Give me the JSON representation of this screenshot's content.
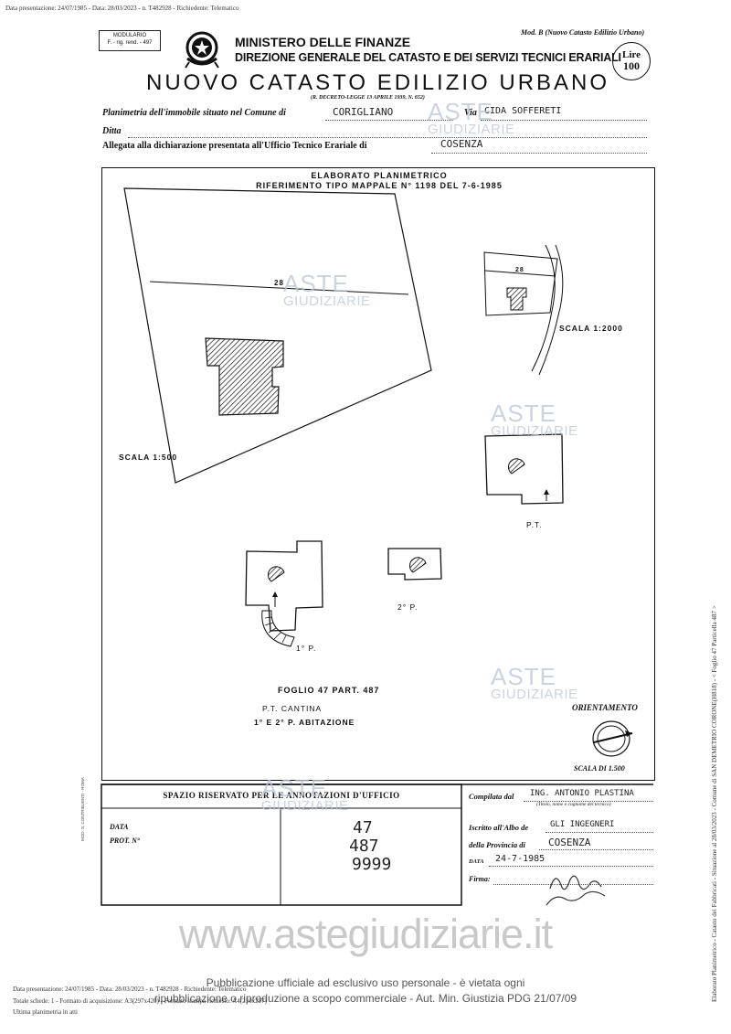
{
  "header_top": "Data presentazione: 24/07/1985 - Data: 28/03/2023 - n. T482928 - Richiedente: Telematico",
  "modulario": {
    "line1": "MODULARIO",
    "line2": "F. - rig. rend. - 497"
  },
  "mod_b": "Mod. B (Nuovo Catasto Edilizio Urbano)",
  "ministry": {
    "line1": "MINISTERO DELLE FINANZE",
    "line2": "DIREZIONE GENERALE DEL CATASTO E DEI SERVIZI TECNICI ERARIALI"
  },
  "lire": {
    "word": "Lire",
    "amount": "100"
  },
  "title": "NUOVO CATASTO EDILIZIO URBANO",
  "decree": "(R. DECRETO-LEGGE 13 APRILE 1939, N. 652)",
  "form": {
    "planimetria_label": "Planimetria dell'immobile situato nel Comune di",
    "comune": "CORIGLIANO",
    "via_label": "Via",
    "via": "CIDA SOFFERETI",
    "ditta_label": "Ditta",
    "allegata_label": "Allegata alla dichiarazione presentata all'Ufficio Tecnico Erariale di",
    "ufficio": "COSENZA"
  },
  "drawing": {
    "heading1": "ELABORATO PLANIMETRICO",
    "heading2": "RIFERIMENTO TIPO MAPPALE N° 1198 DEL 7-6-1985",
    "parcel_main": "28",
    "parcel_small": "28",
    "scala_1": "SCALA 1:2000",
    "scala_2": "SCALA 1:500",
    "label_pt": "P.T.",
    "label_1p": "1° P.",
    "label_2p": "2° P.",
    "foglio": "FOGLIO 47 PART. 487",
    "pt_cantina": "P.T. CANTINA",
    "abitazione": "1° E 2° P. ABITAZIONE",
    "orientamento": "ORIENTAMENTO",
    "scala_di": "SCALA DI 1.500"
  },
  "office": {
    "heading": "SPAZIO RISERVATO PER LE ANNOTAZIONI D'UFFICIO",
    "data_label": "DATA",
    "prot_label": "PROT. N°",
    "num1": "47",
    "num2": "487",
    "num3": "9999",
    "compilata_label": "Compilata dal",
    "compilata_value": "ING. ANTONIO PLASTINA",
    "compilata_note": "(Titolo, nome e cognome del tecnico)",
    "iscritto_label": "Iscritto all'Albo de",
    "iscritto_value": "GLI INGEGNERI",
    "provincia_label": "della Provincia di",
    "provincia_value": "COSENZA",
    "data2_label": "DATA",
    "data2_value": "24-7-1985",
    "firma_label": "Firma:"
  },
  "side_small": "MOD. S. CONTRIBUENTI - ROMA",
  "watermark": {
    "line1": "ASTE",
    "line2": "GIUDIZIARIE"
  },
  "watermark_url": "www.astegiudiziarie.it",
  "notice": {
    "line1": "Pubblicazione ufficiale ad esclusivo uso personale - è vietata ogni",
    "line2": "ripubblicazione o riproduzione a scopo commerciale - Aut. Min. Giustizia PDG 21/07/09"
  },
  "footer": {
    "line1": "Data presentazione: 24/07/1985 - Data: 28/03/2023 - n. T482928 - Richiedente: Telematico",
    "line2": "Totale schede: 1 - Formato di acquisizione: A3(297x420) - Formato stampa richiesto: A4(210x297)",
    "line3": "Ultima planimetria in atti"
  },
  "side_text": "Elaborato Planimetrico - Catasto dei Fabbricati - Situazione al 28/03/2023 - Comune di SAN DEMETRIO CORONE(H818) - < Foglio 47 Particella 487 >"
}
